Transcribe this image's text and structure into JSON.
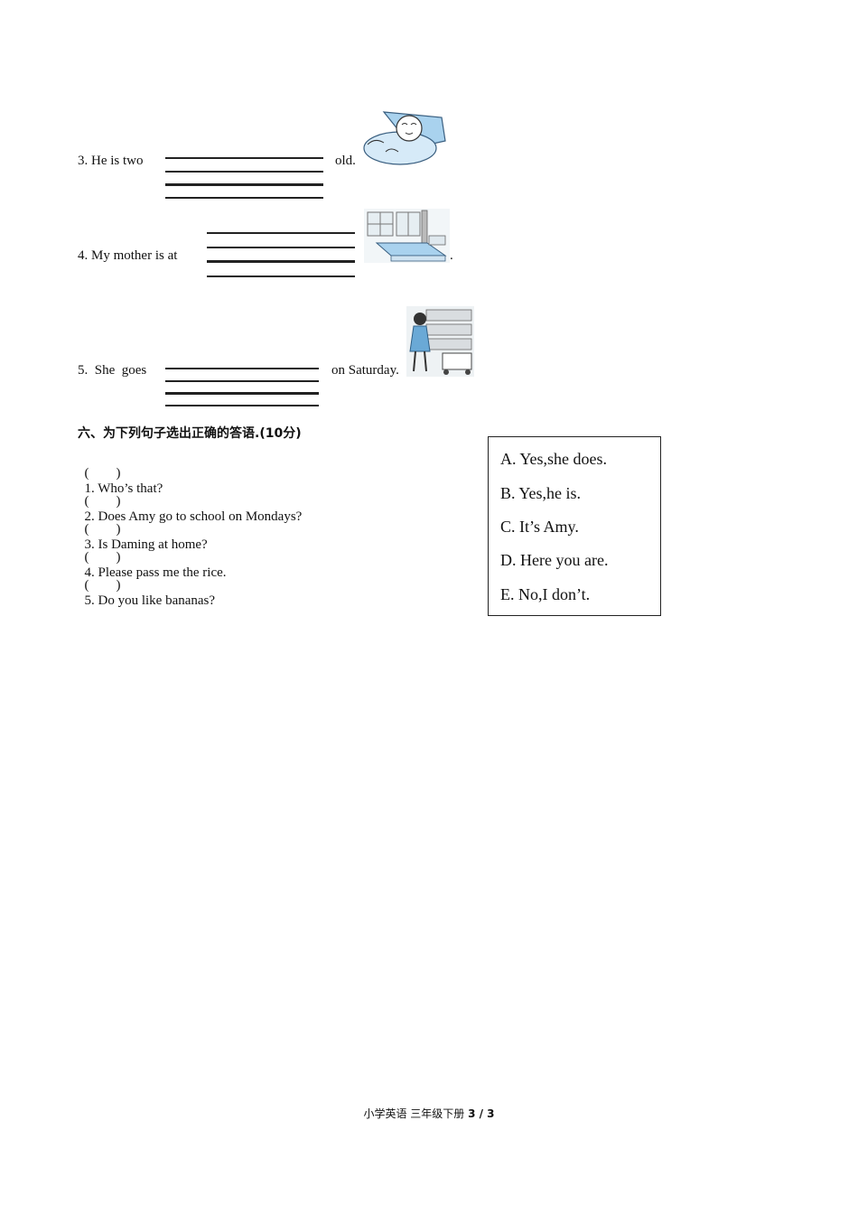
{
  "fill_in": [
    {
      "before": "3. He is two",
      "after": "old."
    },
    {
      "before": "4. My mother is at",
      "after": "."
    },
    {
      "before": "5.  She  goes",
      "after": "on Saturday."
    }
  ],
  "section6": {
    "title": "六、为下列句子选出正确的答语.(10分)",
    "questions": [
      {
        "paren": "(        )",
        "text": "1. Who’s that?"
      },
      {
        "paren": "(        )",
        "text": "2. Does Amy go to school on Mondays?"
      },
      {
        "paren": "(        )",
        "text": "3. Is Daming at home?"
      },
      {
        "paren": "(        )",
        "text": "4. Please pass me the rice."
      },
      {
        "paren": "(        )",
        "text": "5. Do you like bananas?"
      }
    ],
    "options": [
      "A. Yes,she does.",
      "B. Yes,he is.",
      "C. It’s Amy.",
      "D. Here you are.",
      "E. No,I don’t."
    ]
  },
  "footer": {
    "text": "小学英语  三年级下册 ",
    "page": "3  /  3"
  }
}
